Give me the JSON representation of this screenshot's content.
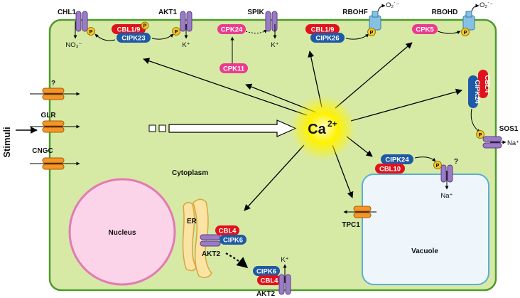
{
  "side_label": "Stimuli",
  "center": {
    "label": "Ca",
    "superscript": "2+"
  },
  "channels": {
    "unknown": "?",
    "glr": "GLR",
    "cngc": "CNGC"
  },
  "compartments": {
    "cytoplasm": "Cytoplasm",
    "nucleus": "Nucleus",
    "er": "ER",
    "vacuole": "Vacuole"
  },
  "membrane_proteins": {
    "chl1": "CHL1",
    "akt1": "AKT1",
    "spik": "SPIK",
    "rbohf": "RBOHF",
    "rbohd": "RBOHD",
    "sos1": "SOS1",
    "tpc1": "TPC1",
    "akt2_er": "AKT2",
    "akt2_pm": "AKT2",
    "vac_channel": "?"
  },
  "ions": {
    "no3": "NO₃⁻",
    "k_akt1": "K⁺",
    "k_spik": "K⁺",
    "o2_f": "O₂˙⁻",
    "o2_d": "O₂˙⁻",
    "na_sos1": "Na⁺",
    "na_vac": "Na⁺",
    "k_akt2": "K⁺"
  },
  "phospho": "P",
  "kinase_pills": {
    "cbl19_a": "CBL1/9",
    "cipk23": "CIPK23",
    "cpk24": "CPK24",
    "cpk11": "CPK11",
    "cbl19_b": "CBL1/9",
    "cipk26": "CIPK26",
    "cpk5": "CPK5",
    "cbl4_v": "CBL4",
    "cipk24_v": "CIPK24",
    "cipk24_t": "CIPK24",
    "cbl10": "CBL10",
    "cbl4_er": "CBL4",
    "cipk6_er": "CIPK6",
    "cipk6_pm": "CIPK6",
    "cbl4_pm": "CBL4"
  },
  "colors": {
    "cell_fill": "#d6eaa6",
    "cell_stroke": "#4f9a2b",
    "cbl_red": "#e0121c",
    "cipk_blue": "#1f5aa6",
    "cpk_pink": "#ea3c8e",
    "channel_purple": "#9b7bc4",
    "channel_orange": "#f2962a",
    "rboh_blue": "#86c1e4",
    "phospho_yellow": "#f4c72c",
    "nucleus_fill": "#fcd4e9",
    "nucleus_stroke": "#e37ab3",
    "vacuole_fill": "#eef6fb",
    "vacuole_stroke": "#5aaed6",
    "er_fill": "#fbe3a4",
    "calcium_glow": "#fff200"
  }
}
